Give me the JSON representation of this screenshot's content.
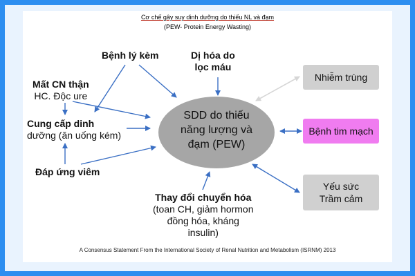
{
  "header": {
    "title": "Cơ chế gây suy dinh dưỡng do thiếu NL và đạm",
    "subtitle": "(PEW- Protein Energy Wasting)"
  },
  "center": {
    "line1": "SDD do thiếu",
    "line2": "năng lượng và",
    "line3": "đạm (PEW)"
  },
  "causes": {
    "benh_ly_kem": "Bệnh lý kèm",
    "di_hoa_line1": "Dị hóa do",
    "di_hoa_line2": "lọc máu",
    "mat_cn_than_line1": "Mất CN thận",
    "mat_cn_than_line2": "HC. Độc ure",
    "cung_cap_line1": "Cung cấp dinh",
    "cung_cap_line2": "dưỡng (ăn uống kém)",
    "dap_ung_viem": "Đáp ứng viêm",
    "thay_doi_line1": "Thay đổi chuyển hóa",
    "thay_doi_line2": "(toan CH, giảm hormon",
    "thay_doi_line3": "đồng hóa, kháng",
    "thay_doi_line4": "insulin)"
  },
  "consequences": {
    "nhiem_trung": "Nhiễm trùng",
    "benh_tim_mach": "Bệnh tim mạch",
    "yeu_suc": "Yếu sức",
    "tram_cam": "Trầm cảm"
  },
  "colors": {
    "frame": "#2d8ef0",
    "ellipse": "#a6a6a6",
    "box_gray": "#d0d0d0",
    "box_pink": "#f07cf0",
    "arrow_blue": "#3a6fc4",
    "arrow_light": "#d6d6d6"
  },
  "footer": "A Consensus Statement From the International Society of Renal Nutrition and Metabolism (ISRNM) 2013"
}
